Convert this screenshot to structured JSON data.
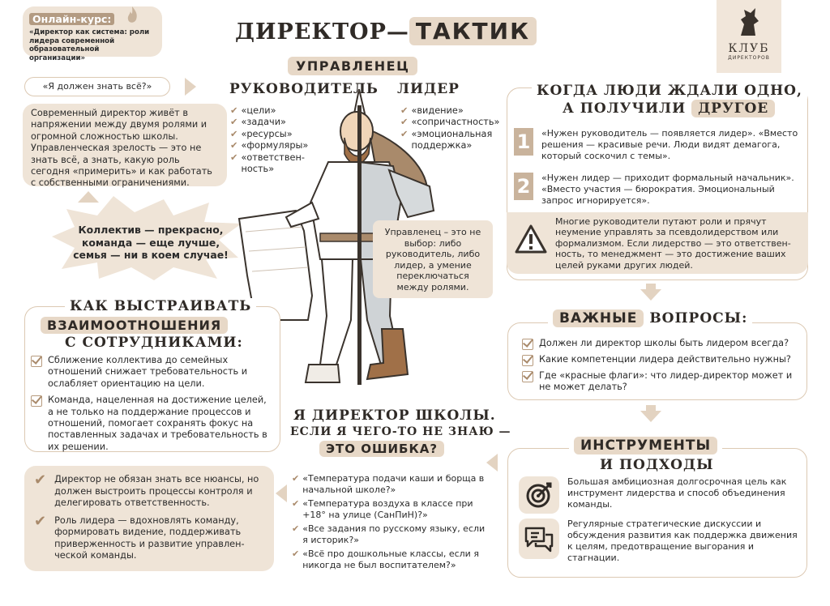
{
  "course": {
    "label": "Онлайн-курс:",
    "title": "«Директор как система: роли лидера современной образовательной организации»"
  },
  "logo": {
    "line1": "КЛУБ",
    "line2": "ДИРЕКТОРОВ"
  },
  "main_title": {
    "part1": "ДИРЕКТОР—",
    "part2": "ТАКТИК"
  },
  "role_center": "УПРАВЛЕНЕЦ",
  "role_left": {
    "title": "РУКОВОДИТЕЛЬ",
    "items": [
      "«цели»",
      "«задачи»",
      "«ресурсы»",
      "«формуляры»",
      "«ответствен-ность»"
    ]
  },
  "role_right": {
    "title": "ЛИДЕР",
    "items": [
      "«видение»",
      "«сопричастность»",
      "«эмоциональная поддержка»"
    ]
  },
  "quote_know_all": "«Я должен знать всё?»",
  "intro_text": "Современный директор живёт в напряжении между двумя ролями и огромной сложностью школы. Управленческая зрелость — это не знать всё, а знать, какую роль сегодня «примерить» и как работать с собственными ограничениями.",
  "burst_text": "Коллектив — прекрасно, команда — еще лучше, семья — ни в коем случае!",
  "manager_note": "Управленец – это не выбор: либо руководитель, либо лидер, а умение переключаться между ролями.",
  "expect": {
    "title_line1": "КОГДА ЛЮДИ ЖДАЛИ ОДНО,",
    "title_line2a": "А ПОЛУЧИЛИ",
    "title_line2b": "ДРУГОЕ",
    "items": [
      {
        "num": "1",
        "text": "«Нужен руководитель — появляется лидер». «Вместо решения — красивые речи. Люди видят демагога, который соскочил с темы»."
      },
      {
        "num": "2",
        "text": "«Нужен лидер — приходит формальный начальник». «Вместо участия — бюрократия. Эмоциональный запрос игнорируется»."
      }
    ],
    "warning": "Многие руководители путают роли и прячут неумение управлять за псевдолидерством или формализмом. Если лидерство — это ответствен-ность, то менеджмент — это достижение ваших целей руками других людей."
  },
  "questions": {
    "title_a": "ВАЖНЫЕ",
    "title_b": "ВОПРОСЫ:",
    "items": [
      "Должен ли директор школы быть лидером всегда?",
      "Какие компетенции лидера действительно нужны?",
      "Где «красные флаги»: что лидер-директор может и не может делать?"
    ]
  },
  "relations": {
    "title_line1": "КАК ВЫСТРАИВАТЬ",
    "title_line2": "ВЗАИМООТНОШЕНИЯ",
    "title_line3": "С СОТРУДНИКАМИ:",
    "items": [
      "Сближение коллектива до семейных отношений снижает требовательность и ослабляет ориентацию на цели.",
      "Команда, нацеленная на достижение целей, а не только на поддержание процессов и отношений, помогает сохранять фокус на поставленных задачах и требовательность в их решении."
    ]
  },
  "director_mistake": {
    "line1": "Я ДИРЕКТОР ШКОЛЫ.",
    "line2": "ЕСЛИ Я ЧЕГО-ТО НЕ ЗНАЮ —",
    "line3": "ЭТО ОШИБКА?",
    "items": [
      "«Температура подачи каши и борща в начальной школе?»",
      "«Температура воздуха в классе при +18° на улице (СанПиН)?»",
      "«Все задания по русскому языку, если я историк?»",
      "«Всё про дошкольные классы, если я никогда не был воспитателем?»"
    ]
  },
  "director_duty": {
    "items": [
      "Директор не обязан знать все нюансы, но должен выстроить процессы контроля и делегировать ответственность.",
      "Роль лидера — вдохновлять команду, формировать видение, поддерживать приверженность и развитие управлен-ческой команды."
    ]
  },
  "tools": {
    "title_line1": "ИНСТРУМЕНТЫ",
    "title_line2": "И ПОДХОДЫ",
    "items": [
      {
        "icon": "target-icon",
        "text": "Большая амбициозная долгосрочная цель как инструмент лидерства и способ объединения команды."
      },
      {
        "icon": "chat-icon",
        "text": "Регулярные стратегические дискуссии и обсуждения развития как поддержка движения к целям, предотвращение выгорания и стагнации."
      }
    ]
  },
  "colors": {
    "beige": "#efe4d7",
    "accent": "#dcc9b3",
    "dark": "#2f2a26"
  }
}
